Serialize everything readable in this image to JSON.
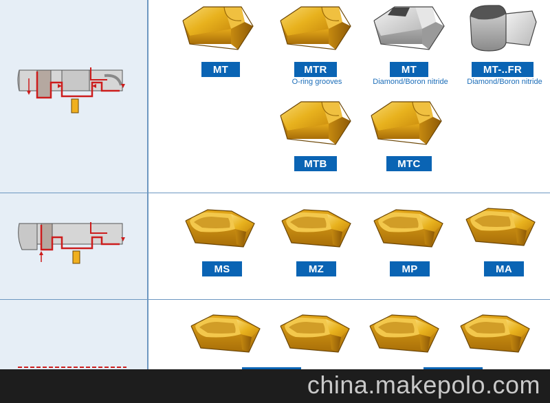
{
  "row1": {
    "inserts": [
      {
        "label": "MT",
        "sublabel": ""
      },
      {
        "label": "MTR",
        "sublabel": "O-ring grooves"
      },
      {
        "label": "MT",
        "sublabel": "Diamond/Boron nitride"
      },
      {
        "label": "MT-..FR",
        "sublabel": "Diamond/Boron nitride"
      },
      {
        "label": "MTB",
        "sublabel": ""
      },
      {
        "label": "MTC",
        "sublabel": ""
      }
    ]
  },
  "row2": {
    "inserts": [
      {
        "label": "MS"
      },
      {
        "label": "MZ"
      },
      {
        "label": "MP"
      },
      {
        "label": "MA"
      }
    ]
  },
  "footer": {
    "watermark": "china.makepolo.com"
  },
  "colors": {
    "label_bg": "#0a64b4",
    "insert_gold": "#e8b21e",
    "left_cell_bg": "#e6eef6",
    "divider": "#6b96c0"
  }
}
